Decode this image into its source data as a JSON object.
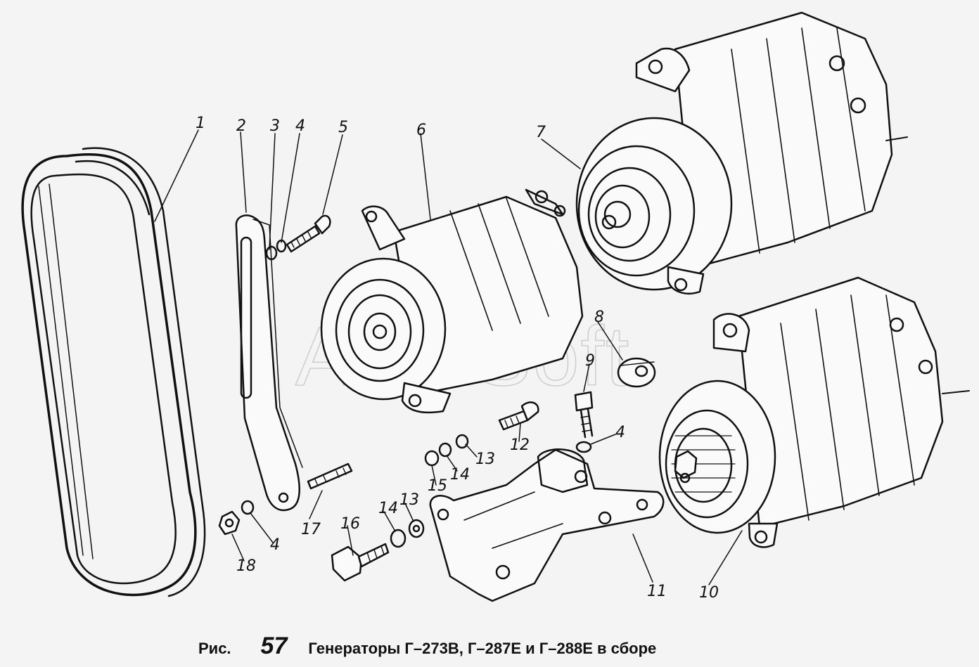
{
  "watermark": "AutoSoft",
  "colors": {
    "ink": "#111111",
    "paper": "#f4f4f4",
    "watermark": "#cfcfcf"
  },
  "callouts": {
    "c1": "1",
    "c2": "2",
    "c3": "3",
    "c4a": "4",
    "c5": "5",
    "c6": "6",
    "c7": "7",
    "c8": "8",
    "c9": "9",
    "c4b": "4",
    "c12": "12",
    "c13a": "13",
    "c14a": "14",
    "c15": "15",
    "c17": "17",
    "c4c": "4",
    "c18": "18",
    "c16": "16",
    "c14b": "14",
    "c13b": "13",
    "c11": "11",
    "c10": "10"
  },
  "caption": {
    "prefix": "Рис.",
    "number": "57",
    "title": "Генераторы Г–273В, Г–287Е и Г–288Е в сборе"
  }
}
